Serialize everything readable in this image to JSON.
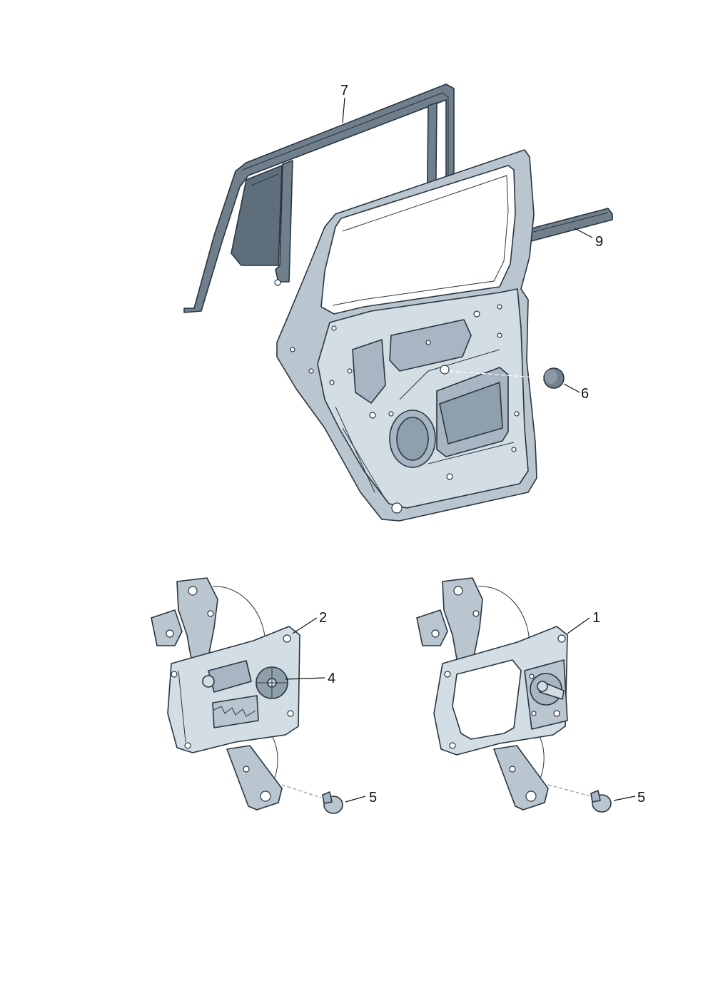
{
  "callouts": {
    "label_7": "7",
    "label_9": "9",
    "label_6": "6",
    "label_2": "2",
    "label_4": "4",
    "label_5_left": "5",
    "label_1": "1",
    "label_5_right": "5"
  },
  "colors": {
    "metal": "#b9c6d0",
    "metal_light": "#d3dde4",
    "metal_dark": "#8fa0ad",
    "seal": "#6f7f8c",
    "ink": "#2a3540",
    "glass": "#5e6f7b"
  }
}
